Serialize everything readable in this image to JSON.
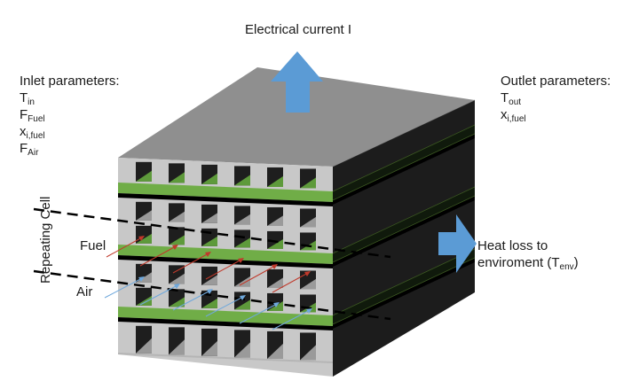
{
  "diagram": {
    "title": "Electrical current I",
    "inlet": {
      "heading": "Inlet parameters:",
      "params": [
        {
          "base": "T",
          "sub": "in"
        },
        {
          "base": "F",
          "sub": "Fuel"
        },
        {
          "base": "x",
          "sub": "i,fuel"
        },
        {
          "base": "F",
          "sub": "Air"
        }
      ]
    },
    "outlet": {
      "heading": "Outlet parameters:",
      "params": [
        {
          "base": "T",
          "sub": "out"
        },
        {
          "base": "x",
          "sub": "i,fuel"
        }
      ]
    },
    "heat_loss": {
      "line1": "Heat loss to",
      "line2_prefix": "enviroment (T",
      "line2_sub": "env",
      "line2_suffix": ")"
    },
    "repeating_cell_label": "Repeating Cell",
    "fuel_label": "Fuel",
    "air_label": "Air",
    "colors": {
      "arrow_blue": "#5b9bd5",
      "electrolyte_green": "#70ad47",
      "top_face": "#8f8f8f",
      "side_face": "#1c1c1c",
      "rib_light": "#c8c8c8",
      "channel_dark": "#1e1e1e",
      "fuel_arrow": "#c0392b",
      "air_arrow": "#6fa8dc"
    }
  }
}
